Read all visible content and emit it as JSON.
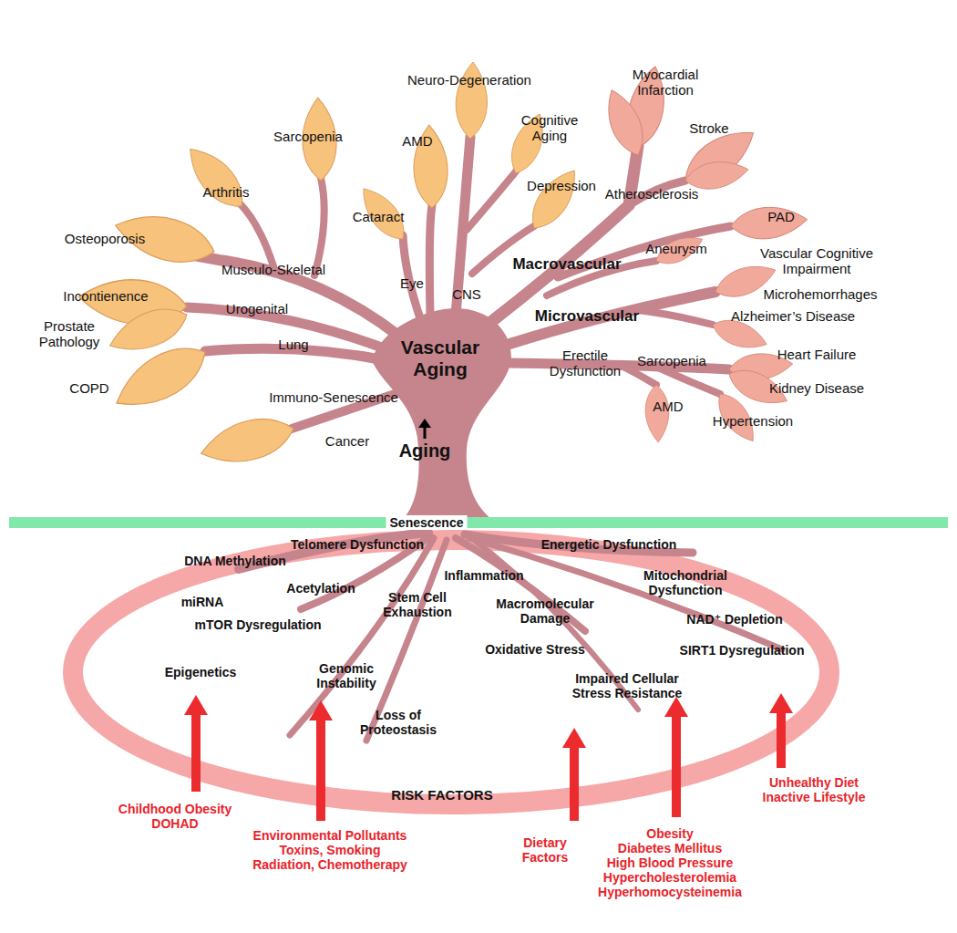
{
  "diagram": {
    "labels": [
      "Neuro-Degeneration",
      "Myocardial Infarction",
      "AMD",
      "Sarcopenia",
      "Cognitive Aging",
      "Stroke",
      "Arthritis",
      "Depression",
      "Atherosclerosis",
      "Cataract",
      "Osteoporosis",
      "PAD",
      "Musculo-Skeletal",
      "Eye",
      "Macrovascular",
      "Aneurysm",
      "Vascular Cognitive Impairment",
      "Incontienence",
      "CNS",
      "Microhemorrhages",
      "Prostate Pathology",
      "Urogenital",
      "Microvascular",
      "Alzheimer’s Disease",
      "Lung",
      "Vascular Aging",
      "Erectile Dysfunction",
      "Sarcopenia",
      "Heart Failure",
      "COPD",
      "Immuno-Senescence",
      "Kidney Disease",
      "AMD",
      "Hypertension",
      "Cancer",
      "Aging",
      "Senescence",
      "Telomere Dysfunction",
      "Energetic Dysfunction",
      "DNA Methylation",
      "Inflammation",
      "Mitochondrial Dysfunction",
      "Acetylation",
      "Stem Cell Exhaustion",
      "miRNA",
      "Macromolecular Damage",
      "mTOR Dysregulation",
      "NAD⁺ Depletion",
      "Oxidative Stress",
      "SIRT1 Dysregulation",
      "Epigenetics",
      "Genomic Instability",
      "Impaired Cellular Stress Resistance",
      "Loss of Proteostasis",
      "RISK FACTORS",
      "Childhood Obesity DOHAD",
      "Environmental Pollutants Toxins, Smoking Radiation, Chemotherapy",
      "Dietary Factors",
      "Obesity Diabetes Mellitus High Blood Pressure Hypercholesterolemia Hyperhomocysteinemia",
      "Unhealthy Diet Inactive Lifestyle"
    ]
  }
}
